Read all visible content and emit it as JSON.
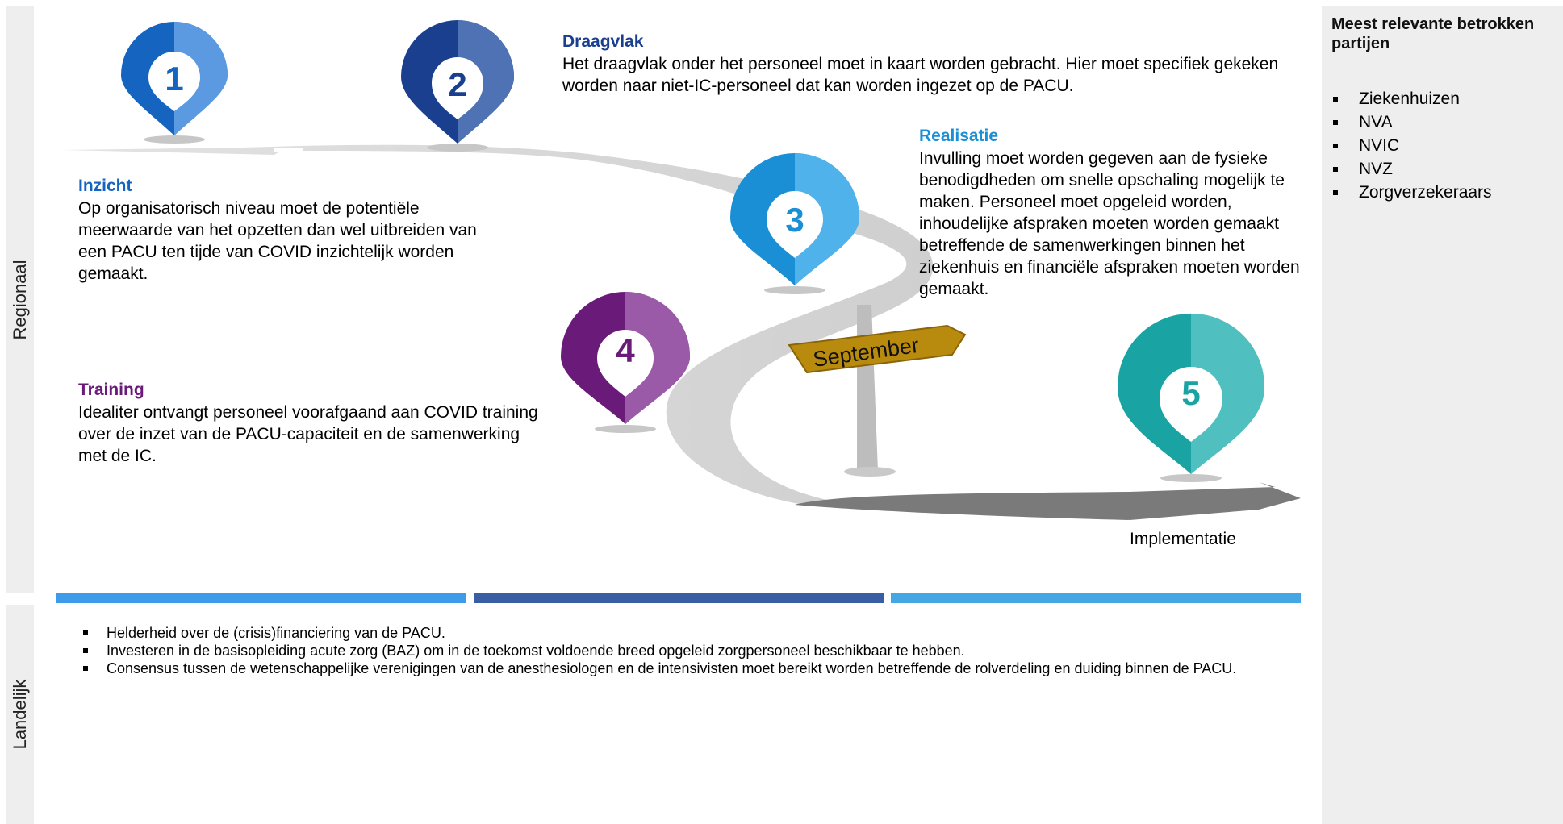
{
  "side_labels": {
    "regional": "Regionaal",
    "national": "Landelijk"
  },
  "stakeholders": {
    "title": "Meest relevante betrokken partijen",
    "items": [
      "Ziekenhuizen",
      "NVA",
      "NVIC",
      "NVZ",
      "Zorgverzekeraars"
    ]
  },
  "steps": [
    {
      "number": "1",
      "title": "Inzicht",
      "color": "#1565c0",
      "body": "Op organisatorisch niveau moet de potentiële meerwaarde van het opzetten dan wel uitbreiden van een PACU ten tijde van COVID inzichtelijk worden gemaakt."
    },
    {
      "number": "2",
      "title": "Draagvlak",
      "color": "#1a3f8f",
      "body": "Het draagvlak onder het personeel moet in kaart worden gebracht. Hier moet specifiek gekeken worden naar niet-IC-personeel dat kan worden ingezet op de PACU."
    },
    {
      "number": "3",
      "title": "Realisatie",
      "color": "#1a8fd6",
      "body": "Invulling moet worden gegeven aan de fysieke benodigdheden om snelle opschaling mogelijk te maken. Personeel moet opgeleid worden, inhoudelijke afspraken moeten worden gemaakt betreffende de samenwerkingen binnen het ziekenhuis en financiële afspraken moeten worden gemaakt."
    },
    {
      "number": "4",
      "title": "Training",
      "color": "#6a1b7a",
      "body": "Idealiter ontvangt personeel voorafgaand aan COVID training over de inzet van de PACU-capaciteit en de samenwerking met de IC."
    },
    {
      "number": "5",
      "title": "",
      "color": "#1aa3a3",
      "body": ""
    }
  ],
  "signpost": "September",
  "implementation_label": "Implementatie",
  "national_items": [
    "Helderheid over de (crisis)financiering van de PACU.",
    "Investeren in de basisopleiding acute zorg (BAZ) om in de toekomst voldoende breed opgeleid zorgpersoneel beschikbaar te hebben.",
    "Consensus tussen de wetenschappelijke verenigingen van de anesthesiologen en de intensivisten moet bereikt worden betreffende de rolverdeling en duiding binnen de PACU."
  ]
}
